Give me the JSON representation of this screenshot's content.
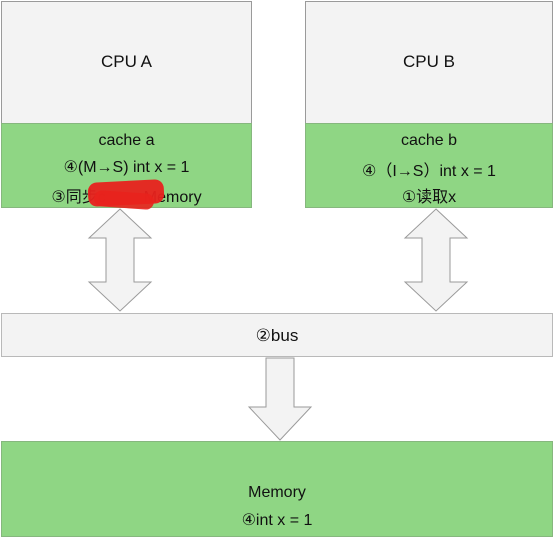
{
  "cpu_a": {
    "title": "CPU A"
  },
  "cpu_b": {
    "title": "CPU B"
  },
  "cache_a": {
    "name": "cache a",
    "state_line": "④(M→S) int x = 1",
    "sync_prefix": "③同步c",
    "sync_suffix": "Memory"
  },
  "cache_b": {
    "name": "cache b",
    "state_line": "④（I→S）int x = 1",
    "read_line": "①读取x"
  },
  "bus": {
    "label": "②bus"
  },
  "memory": {
    "title": "Memory",
    "value_line": "④int x = 1"
  },
  "colors": {
    "cache_green": "#8fd684",
    "box_gray": "#f3f3f3",
    "redaction_red": "#e8221d"
  }
}
